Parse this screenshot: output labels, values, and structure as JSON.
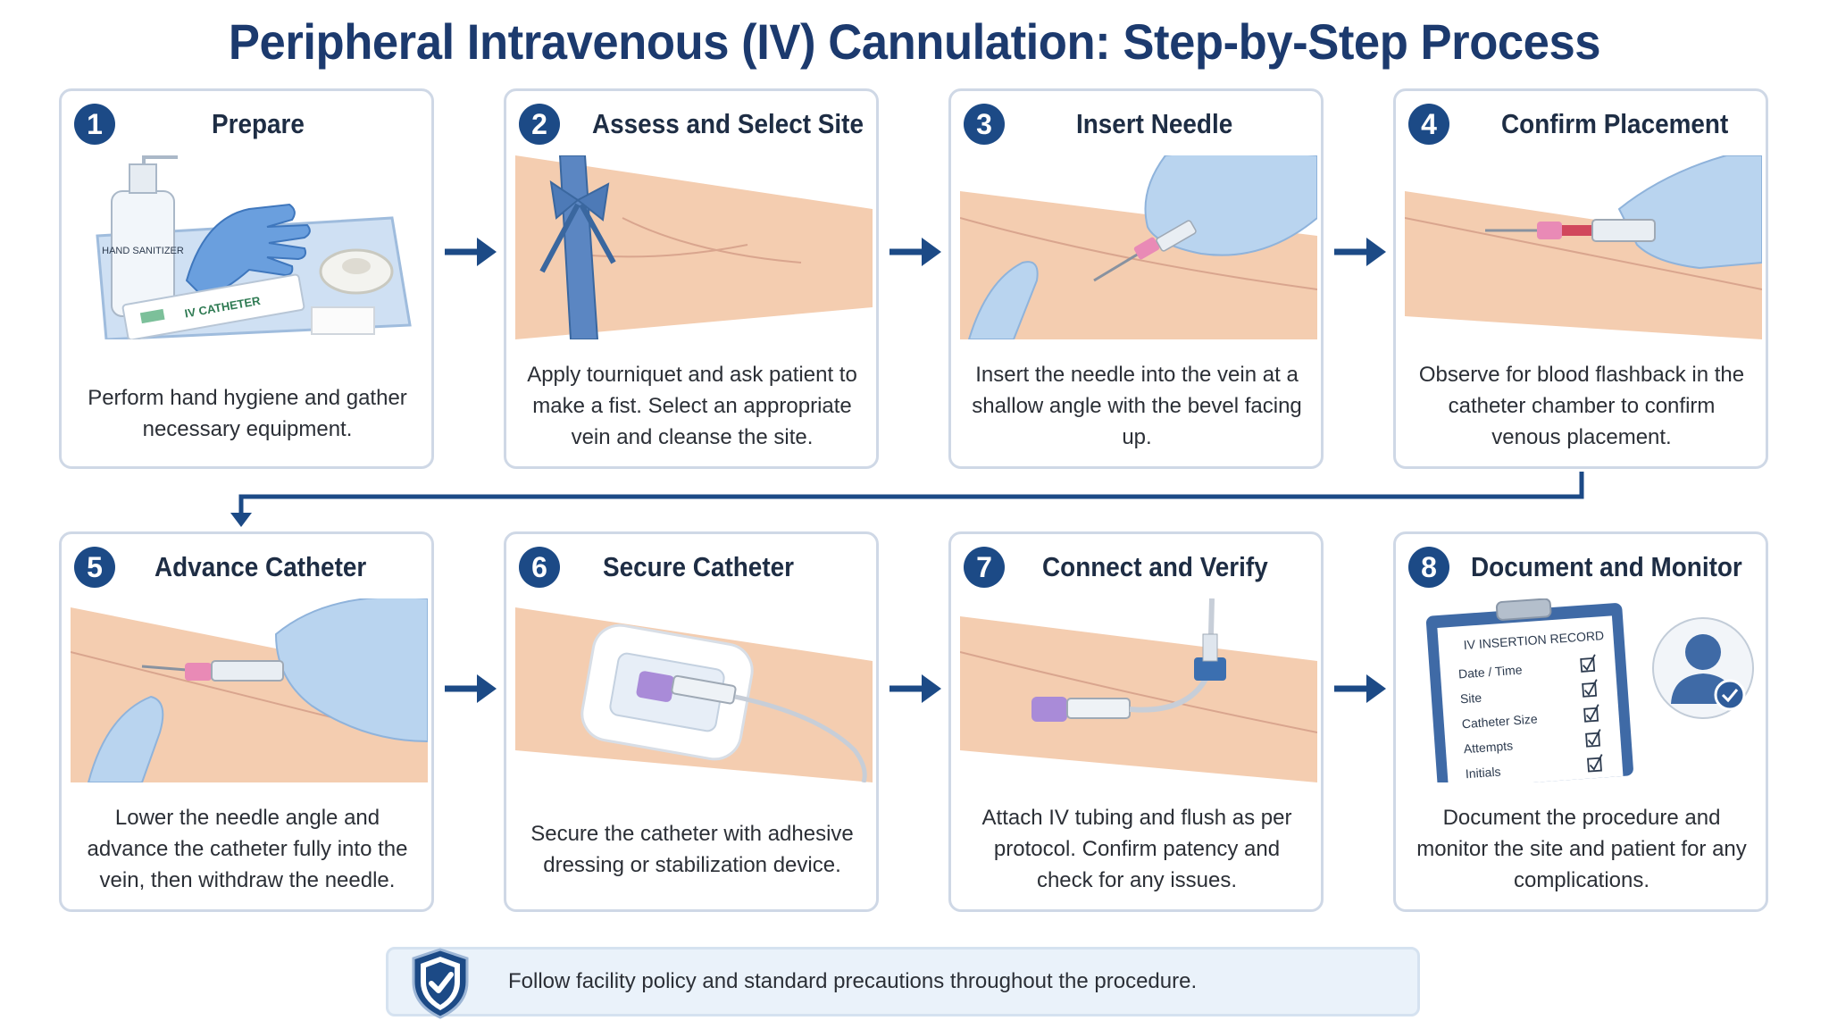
{
  "title": "Peripheral Intravenous (IV) Cannulation: Step-by-Step Process",
  "steps": [
    {
      "number": "1",
      "title": "Prepare",
      "description": "Perform hand hygiene and gather necessary equipment.",
      "illustration_labels": {
        "sanitizer": "HAND SANITIZER",
        "catheter_pack": "IV CATHETER"
      }
    },
    {
      "number": "2",
      "title": "Assess and Select Site",
      "description": "Apply tourniquet and ask patient to make a fist. Select an appropriate vein and cleanse the site."
    },
    {
      "number": "3",
      "title": "Insert Needle",
      "description": "Insert the needle into the vein at a shallow angle with the bevel facing up."
    },
    {
      "number": "4",
      "title": "Confirm Placement",
      "description": "Observe for blood flashback in the catheter chamber to confirm venous placement."
    },
    {
      "number": "5",
      "title": "Advance Catheter",
      "description": "Lower the needle angle and advance the catheter fully into the vein, then withdraw the needle."
    },
    {
      "number": "6",
      "title": "Secure Catheter",
      "description": "Secure the catheter with adhesive dressing or stabilization device."
    },
    {
      "number": "7",
      "title": "Connect and Verify",
      "description": "Attach IV tubing and flush as per protocol. Confirm patency and check for any issues."
    },
    {
      "number": "8",
      "title": "Document and Monitor",
      "description": "Document the procedure and monitor the site and patient for any complications.",
      "record": {
        "title": "IV INSERTION RECORD",
        "fields": [
          "Date / Time",
          "Site",
          "Catheter Size",
          "Attempts",
          "Initials"
        ]
      }
    }
  ],
  "footer": {
    "text": "Follow facility policy and standard precautions throughout the procedure."
  },
  "colors": {
    "accent": "#1c4a86",
    "title": "#1c3a6e",
    "card_border": "#cfd8e6",
    "skin": "#f4cdb0",
    "glove": "#b9d4ef"
  }
}
